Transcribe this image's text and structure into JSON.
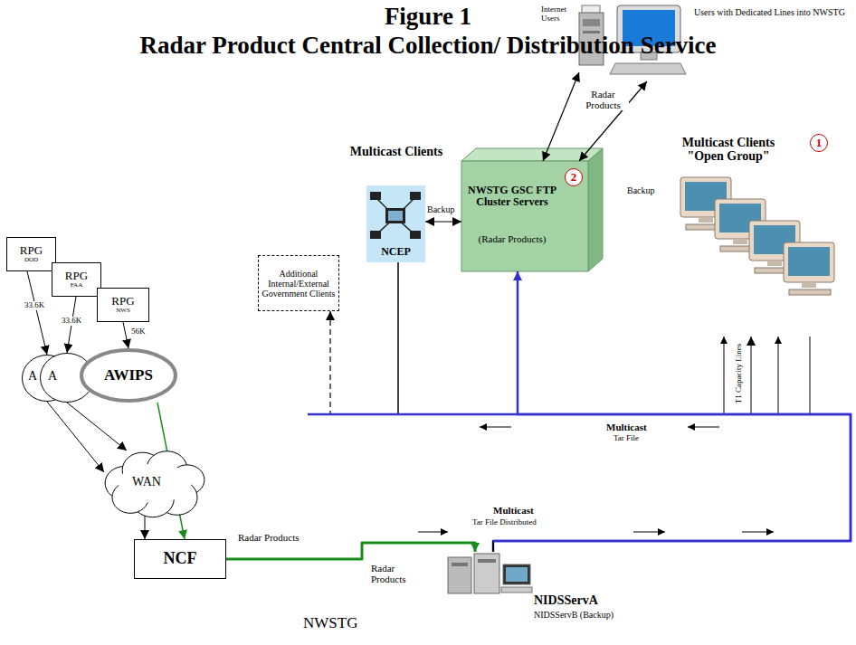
{
  "diagram": {
    "title": "Figure 1",
    "nodes": [
      {
        "text": [
          "RPG",
          "DOD"
        ]
      },
      {
        "text": [
          "RPG",
          "FAA"
        ]
      },
      {
        "text": [
          "RPG",
          "NWS"
        ]
      },
      {
        "text": [
          "A"
        ]
      },
      {
        "text": [
          "A"
        ]
      },
      {
        "text": [
          "AWIPS"
        ]
      },
      {
        "text": [
          "WAN"
        ]
      },
      {
        "text": [
          "NCF"
        ]
      },
      {
        "text": [
          "NCEP"
        ]
      },
      {
        "text": [
          "Additional Internal/External Government Clients"
        ]
      },
      {
        "text": [
          "NWSTG GSC FTP Cluster Servers",
          "(Radar Products)"
        ]
      },
      {
        "text": [
          "Internet Users"
        ]
      },
      {
        "text": [
          "Users with Dedicated Lines into NWSTG"
        ]
      },
      {
        "text": [
          "Multicast Clients \"Open Group\""
        ]
      },
      {
        "text": [
          "NIDSServA",
          "NIDSServB (Backup)"
        ]
      }
    ],
    "edges": [
      {
        "from": 0,
        "to": 3,
        "arrow": "to",
        "label": "33.6K"
      },
      {
        "from": 1,
        "to": 4,
        "arrow": "to",
        "label": "33.6K"
      },
      {
        "from": 2,
        "to": 5,
        "arrow": "to",
        "label": "56K"
      },
      {
        "from": 3,
        "to": 6,
        "arrow": "to"
      },
      {
        "from": 4,
        "to": 6,
        "arrow": "to"
      },
      {
        "from": 5,
        "to": 7,
        "arrow": "to"
      },
      {
        "from": 6,
        "to": 7,
        "arrow": "to"
      },
      {
        "from": 7,
        "to": 14,
        "arrow": "to",
        "label": "Radar Products"
      },
      {
        "from": 14,
        "to": 10,
        "arrow": "to"
      },
      {
        "from": 14,
        "to": 8,
        "arrow": "none"
      },
      {
        "from": 14,
        "to": 9,
        "arrow": "to"
      },
      {
        "from": 14,
        "to": 13,
        "arrow": "to"
      },
      {
        "from": 8,
        "to": 10,
        "arrow": "both",
        "label": "Backup"
      },
      {
        "from": 11,
        "to": 10,
        "arrow": "both",
        "label": "Radar Products"
      },
      {
        "from": 12,
        "to": 10,
        "arrow": "both"
      }
    ],
    "labels": [
      "Radar Product Central Collection/ Distribution Service",
      "Multicast Clients",
      "Backup",
      "T1 Capacity Lines",
      "Multicast",
      "Tar File",
      "Multicast",
      "Tar File Distributed",
      "Radar Products",
      "NWSTG",
      "1",
      "2"
    ]
  }
}
